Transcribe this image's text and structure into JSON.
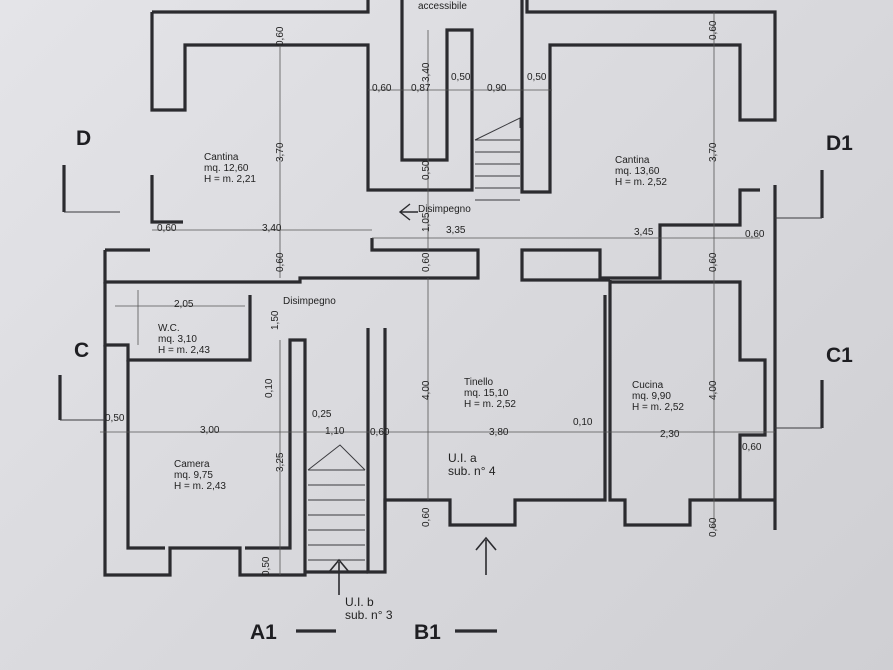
{
  "rooms": {
    "cantina_left": {
      "name": "Cantina",
      "area": "mq. 12,60",
      "height": "H = m. 2,21"
    },
    "cantina_right": {
      "name": "Cantina",
      "area": "mq. 13,60",
      "height": "H = m. 2,52"
    },
    "wc": {
      "name": "W.C.",
      "area": "mq. 3,10",
      "height": "H = m. 2,43"
    },
    "tinello": {
      "name": "Tinello",
      "area": "mq. 15,10",
      "height": "H = m. 2,52"
    },
    "cucina": {
      "name": "Cucina",
      "area": "mq. 9,90",
      "height": "H = m. 2,52"
    },
    "camera": {
      "name": "Camera",
      "area": "mq. 9,75",
      "height": "H = m. 2,43"
    }
  },
  "labels": {
    "accessibile": "accessibile",
    "disimpegno_top": "Disimpegno",
    "disimpegno_mid": "Disimpegno",
    "ula_line1": "U.I. a",
    "ula_line2": "sub. n° 4",
    "ulb_line1": "U.I. b",
    "ulb_line2": "sub. n° 3"
  },
  "sections": {
    "d": "D",
    "d1": "D1",
    "c": "C",
    "c1": "C1",
    "a1": "A1",
    "b1": "B1"
  },
  "dims": {
    "d060_a": "0,60",
    "d370_a": "3,70",
    "d340_v": "3,40",
    "d060_b": "0,60",
    "d087": "0,87",
    "d050_a": "0,50",
    "d090": "0,90",
    "d050_b": "0,50",
    "d060_c": "0,60",
    "d370_b": "3,70",
    "d050_c": "0,50",
    "d060_d": "0,60",
    "d340_h": "3,40",
    "d105": "1,05",
    "d335": "3,35",
    "d345": "3,45",
    "d060_e": "0,60",
    "d060_f": "0,60",
    "d060_g": "0,60",
    "d060_h": "0,60",
    "d205": "2,05",
    "d150": "1,50",
    "d010_a": "0,10",
    "d400_a": "4,00",
    "d400_b": "4,00",
    "d050_d": "0,50",
    "d300": "3,00",
    "d025": "0,25",
    "d110": "1,10",
    "d060_i": "0,60",
    "d380": "3,80",
    "d010_b": "0,10",
    "d230": "2,30",
    "d060_j": "0,60",
    "d325": "3,25",
    "d060_k": "0,60",
    "d060_l": "0,60",
    "d050_e": "0,50"
  }
}
